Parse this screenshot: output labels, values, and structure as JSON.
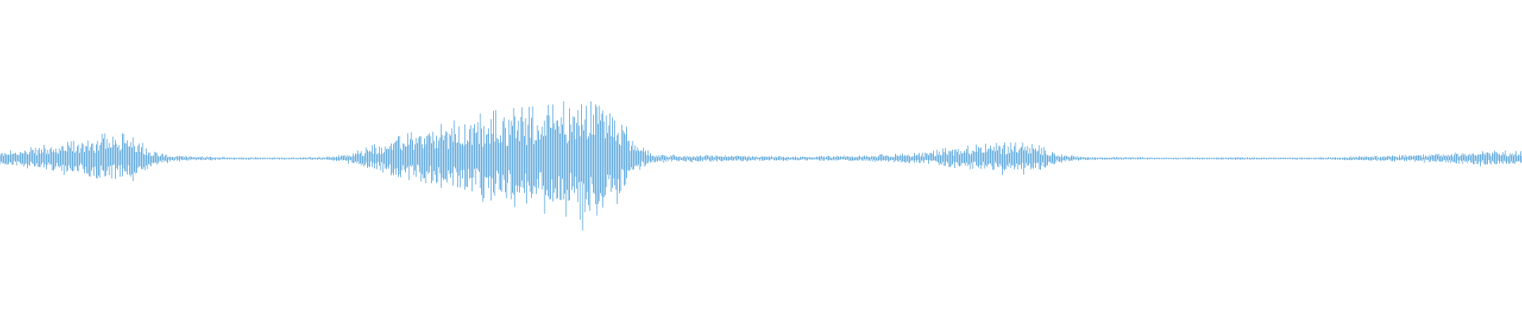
{
  "waveform": {
    "color": "#5aa7de",
    "background": "#ffffff",
    "peaks": [
      0.1,
      0.12,
      0.18,
      0.2,
      0.25,
      0.32,
      0.38,
      0.28,
      0.12,
      0.04,
      0.03,
      0.03,
      0.02,
      0.02,
      0.015,
      0.015,
      0.02,
      0.025,
      0.06,
      0.15,
      0.25,
      0.33,
      0.42,
      0.48,
      0.55,
      0.62,
      0.68,
      0.7,
      0.72,
      0.75,
      0.88,
      0.95,
      0.7,
      0.2,
      0.06,
      0.05,
      0.05,
      0.05,
      0.04,
      0.04,
      0.035,
      0.03,
      0.03,
      0.035,
      0.04,
      0.05,
      0.06,
      0.07,
      0.08,
      0.14,
      0.17,
      0.2,
      0.22,
      0.22,
      0.18,
      0.06,
      0.03,
      0.02,
      0.02,
      0.02,
      0.015,
      0.015,
      0.015,
      0.015,
      0.02,
      0.02,
      0.015,
      0.015,
      0.02,
      0.02,
      0.03,
      0.035,
      0.04,
      0.05,
      0.06,
      0.07,
      0.09,
      0.1,
      0.11,
      0.1
    ]
  }
}
